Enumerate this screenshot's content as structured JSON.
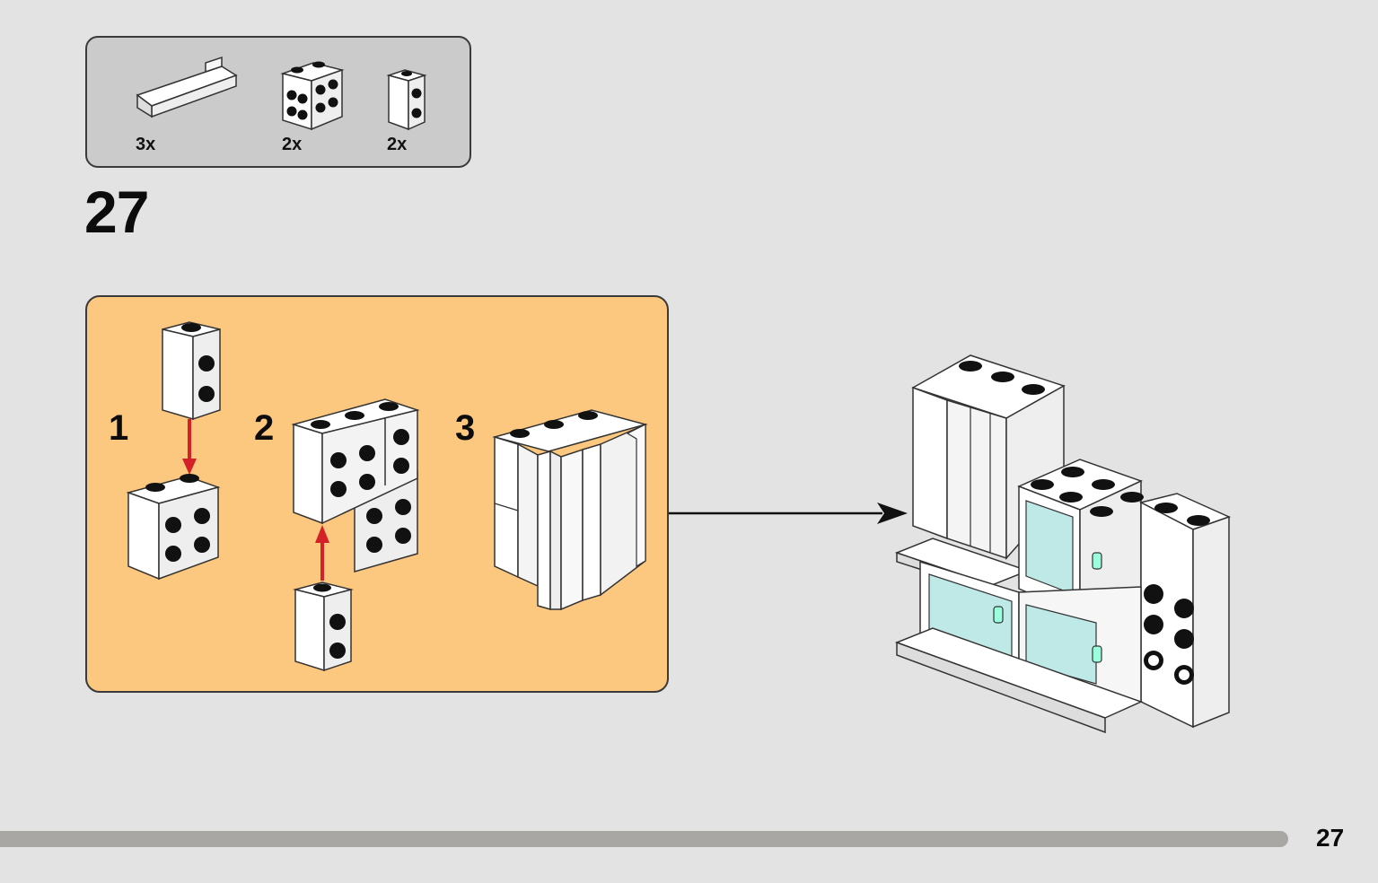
{
  "parts_list": {
    "items": [
      {
        "name": "plate-bracket",
        "quantity": "3x"
      },
      {
        "name": "brick-2x2-studs-on-side",
        "quantity": "2x"
      },
      {
        "name": "brick-1x1-studs-on-side",
        "quantity": "2x"
      }
    ]
  },
  "step": {
    "number": "27"
  },
  "sub_steps": [
    "1",
    "2",
    "3"
  ],
  "page": {
    "number": "27"
  },
  "colors": {
    "background": "#e3e3e3",
    "parts_box": "#cbcbcb",
    "sub_panel": "#fcc77f",
    "arrow_red": "#d42027",
    "glass": "#bfe9e6"
  }
}
